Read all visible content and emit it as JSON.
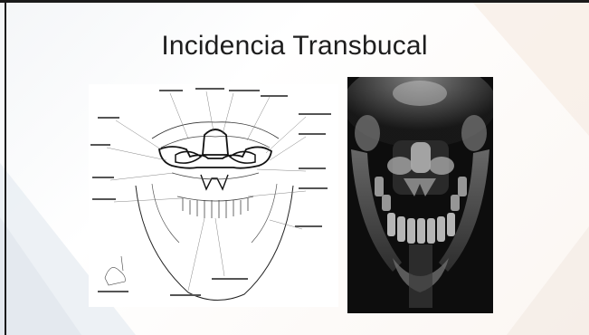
{
  "slide": {
    "title": "Incidencia Transbucal",
    "diagram_image": "line-drawing-open-mouth-dens-projection",
    "xray_image": "radiograph-open-mouth-odontoid-view"
  },
  "colors": {
    "frame": "#1a1a1a",
    "title": "#1e1e1e",
    "xray_bg": "#0b0b0b"
  }
}
